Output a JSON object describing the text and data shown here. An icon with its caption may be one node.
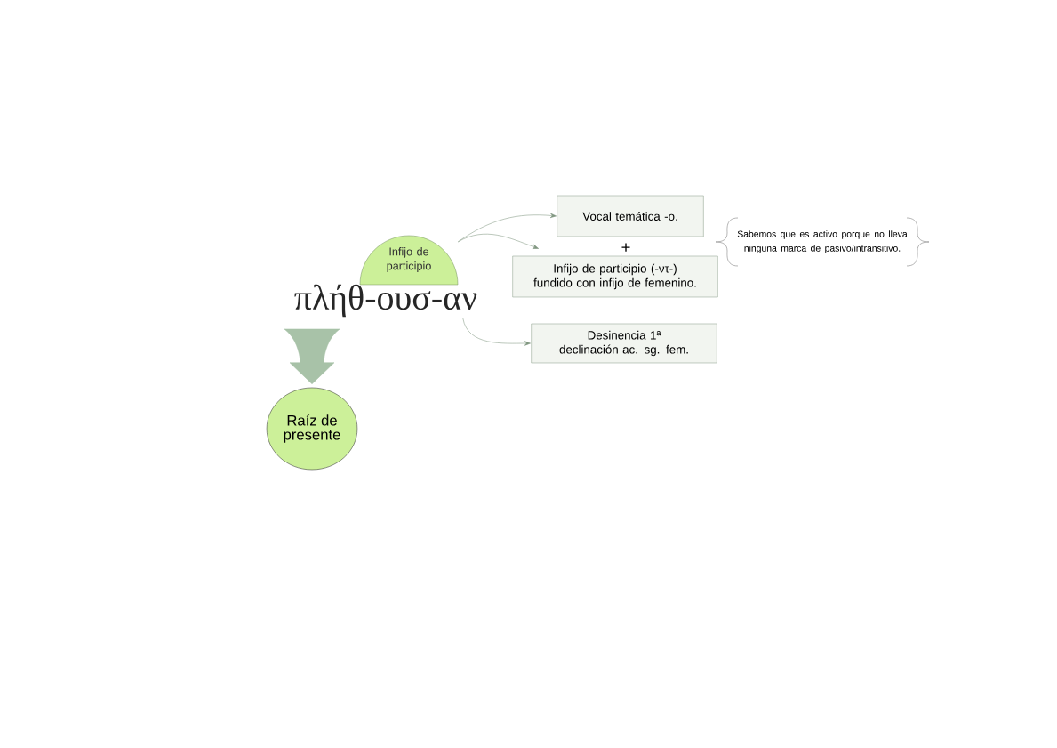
{
  "diagram": {
    "nodes": [
      {
        "text": [
          "Infijo de participio"
        ]
      },
      {
        "text": [
          "πλήθ-ουσ-αν"
        ]
      },
      {
        "text": [
          "Vocal temática -ο."
        ]
      },
      {
        "text": [
          "Infijo de participio (-ντ-) fundido con infijo de femenino."
        ]
      },
      {
        "text": [
          "Desinencia 1ª declinación ac. sg. fem."
        ]
      },
      {
        "text": [
          "Raíz de presente"
        ]
      },
      {
        "text": [
          "Sabemos que es activo porque no lleva ninguna marca de pasivo/intransitivo."
        ]
      }
    ],
    "edges": [
      {
        "from": 0,
        "to": 2,
        "arrow": "to"
      },
      {
        "from": 0,
        "to": 3,
        "arrow": "to"
      },
      {
        "from": 1,
        "to": 4,
        "arrow": "to"
      },
      {
        "from": 1,
        "to": 5,
        "arrow": "to",
        "style": "thick",
        "color": "#a8c2a8"
      }
    ],
    "labels": [
      "+"
    ]
  }
}
